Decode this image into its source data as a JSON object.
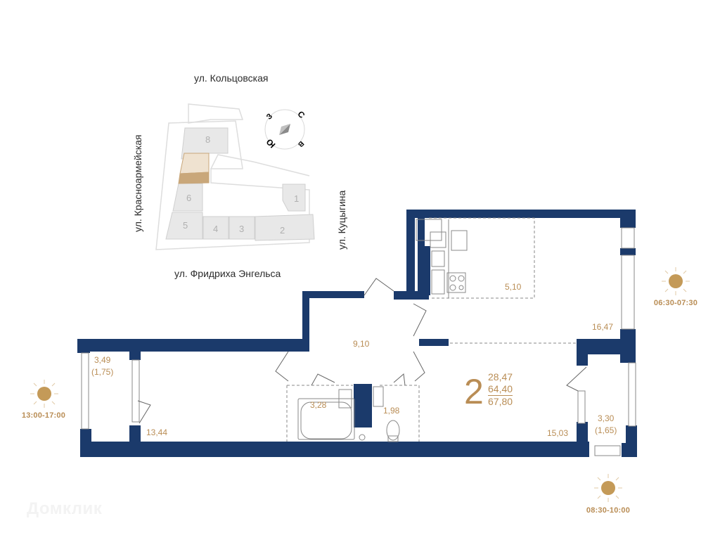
{
  "site_plan": {
    "streets": {
      "top": "ул. Кольцовская",
      "left": "ул. Красноармейская",
      "right": "ул. Куцыгина",
      "bottom": "ул. Фридриха Энгельса"
    },
    "buildings": [
      "8",
      "6",
      "5",
      "4",
      "3",
      "2",
      "1"
    ],
    "compass": {
      "north": "С",
      "east": "В",
      "south": "Ю",
      "west": "З"
    },
    "highlight_color": "#c9a77a"
  },
  "apartment": {
    "rooms_count": "2",
    "living_area": "28,47",
    "area_without_balcony": "64,40",
    "total_area": "67,80",
    "rooms": {
      "kitchen_zone": "5,10",
      "kitchen_living": "16,47",
      "hall": "9,10",
      "bedroom_left": "13,44",
      "balcony_left": "3,49",
      "balcony_left_reduced": "(1,75)",
      "bathroom": "3,28",
      "wc": "1,98",
      "bedroom_right": "15,03",
      "balcony_right": "3,30",
      "balcony_right_reduced": "(1,65)"
    }
  },
  "sunlight": {
    "east": "06:30-07:30",
    "west": "13:00-17:00",
    "south": "08:30-10:00"
  },
  "colors": {
    "wall": "#1b3a6b",
    "accent": "#b98d55",
    "site_gray": "#e6e6e6"
  },
  "watermark": "Домклик"
}
